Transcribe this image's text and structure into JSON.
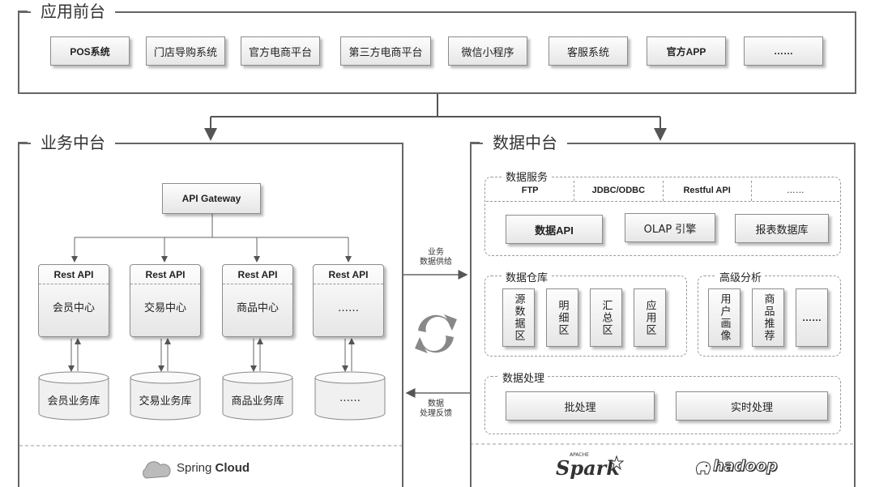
{
  "front": {
    "title": "应用前台",
    "items": [
      "POS系统",
      "门店导购系统",
      "官方电商平台",
      "第三方电商平台",
      "微信小程序",
      "客服系统",
      "官方APP",
      "……"
    ]
  },
  "business": {
    "title": "业务中台",
    "gateway": "API Gateway",
    "services": [
      {
        "api": "Rest API",
        "name": "会员中心",
        "db": "会员业务库"
      },
      {
        "api": "Rest API",
        "name": "交易中心",
        "db": "交易业务库"
      },
      {
        "api": "Rest API",
        "name": "商品中心",
        "db": "商品业务库"
      },
      {
        "api": "Rest API",
        "name": "……",
        "db": "……"
      }
    ],
    "logo": {
      "part1": "Spring ",
      "part2": "Cloud"
    }
  },
  "links": {
    "supply": [
      "业务",
      "数据供给"
    ],
    "feedback": [
      "数据",
      "处理反馈"
    ]
  },
  "data": {
    "title": "数据中台",
    "service": {
      "title": "数据服务",
      "protocols": [
        "FTP",
        "JDBC/ODBC",
        "Restful API",
        "……"
      ],
      "items": [
        "数据API",
        "OLAP 引擎",
        "报表数据库"
      ]
    },
    "warehouse": {
      "title": "数据仓库",
      "zones": [
        "源数据区",
        "明细区",
        "汇总区",
        "应用区"
      ]
    },
    "analysis": {
      "title": "高级分析",
      "items": [
        "用户画像",
        "商品推荐",
        "……"
      ]
    },
    "processing": {
      "title": "数据处理",
      "items": [
        "批处理",
        "实时处理"
      ]
    },
    "logos": {
      "spark": "Spark",
      "spark_small": "APACHE",
      "hadoop": "hadoop"
    }
  }
}
